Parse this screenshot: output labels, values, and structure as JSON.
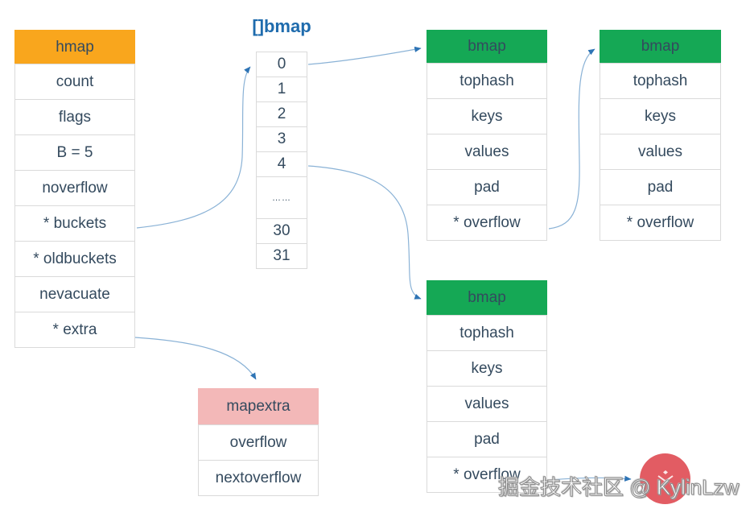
{
  "palette": {
    "hmap_header_bg": "#F9A61D",
    "bmap_header_bg": "#15A855",
    "mapextra_header_bg": "#F3B8B8",
    "cell_text": "#344A5E",
    "array_title_color": "#1E6BAD",
    "arrow_color": "#8AB2D6",
    "arrowhead_color": "#2E74B5",
    "border_color": "#DADADA",
    "watermark_circle": "#E25C63"
  },
  "hmap_table": {
    "title": "hmap",
    "rows": [
      "count",
      "flags",
      "B = 5",
      "noverflow",
      "* buckets",
      "* oldbuckets",
      "nevacuate",
      "* extra"
    ]
  },
  "bmap_array": {
    "title": "[]bmap",
    "cells": [
      "0",
      "1",
      "2",
      "3",
      "4",
      "……",
      "30",
      "31"
    ]
  },
  "bmap_top": {
    "title": "bmap",
    "rows": [
      "tophash",
      "keys",
      "values",
      "pad",
      "* overflow"
    ]
  },
  "bmap_right": {
    "title": "bmap",
    "rows": [
      "tophash",
      "keys",
      "values",
      "pad",
      "* overflow"
    ]
  },
  "bmap_bottom": {
    "title": "bmap",
    "rows": [
      "tophash",
      "keys",
      "values",
      "pad",
      "* overflow"
    ]
  },
  "mapextra_table": {
    "title": "mapextra",
    "rows": [
      "overflow",
      "nextoverflow"
    ]
  },
  "watermark": {
    "text": "掘金技术社区 @ KylinLzw"
  }
}
